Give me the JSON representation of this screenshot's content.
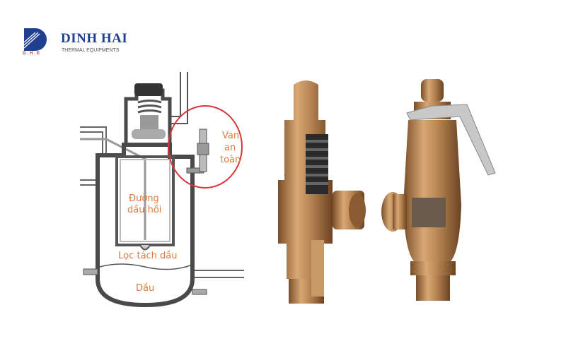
{
  "logo": {
    "brand": "DINH HAI",
    "tagline": "THERMAL EQUIPMENTS",
    "mark_text": "D.H.E",
    "colors": {
      "primary": "#1f3f8f",
      "accent": "#c0392b"
    }
  },
  "diagram": {
    "labels": {
      "safety_valve_line1": "Van",
      "safety_valve_line2": "an",
      "safety_valve_line3": "toàn",
      "return_line1": "Đường",
      "return_line2": "dầu hồi",
      "oil_separator": "Lọc tách dầu",
      "oil": "Dầu"
    },
    "colors": {
      "wall": "#4a4a4a",
      "label": "#e07a3c",
      "highlight_circle": "#d9343a"
    }
  },
  "photos": {
    "items": [
      "cutaway-safety-valve",
      "safety-valve-with-lever"
    ],
    "colors": {
      "bronze": "#b08050"
    }
  }
}
